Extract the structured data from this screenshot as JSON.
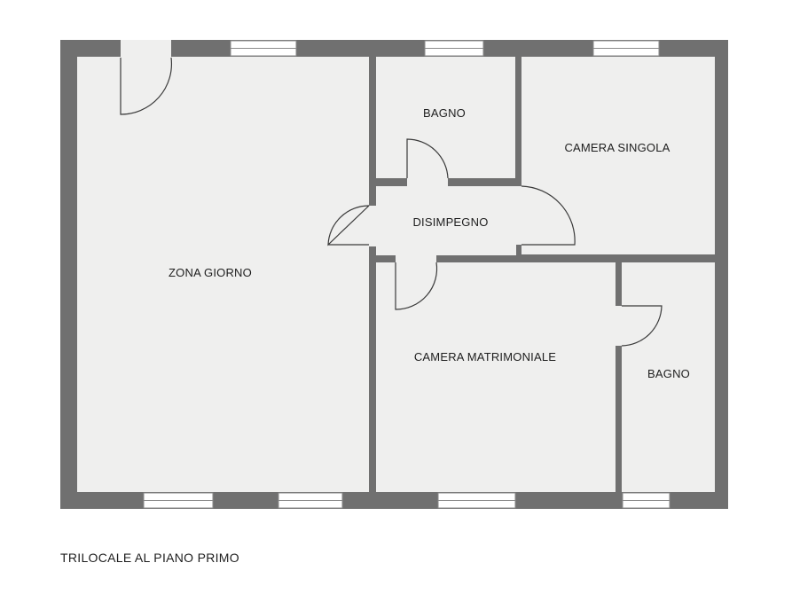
{
  "rooms": {
    "zona_giorno": "ZONA GIORNO",
    "bagno_top": "BAGNO",
    "camera_singola": "CAMERA SINGOLA",
    "disimpegno": "DISIMPEGNO",
    "camera_matrimoniale": "CAMERA MATRIMONIALE",
    "bagno_right": "BAGNO"
  },
  "caption": "TRILOCALE AL PIANO PRIMO",
  "colors": {
    "wall": "#707070",
    "floor": "#efefee",
    "door_line": "#3a3a3a",
    "window": "#ffffff"
  }
}
